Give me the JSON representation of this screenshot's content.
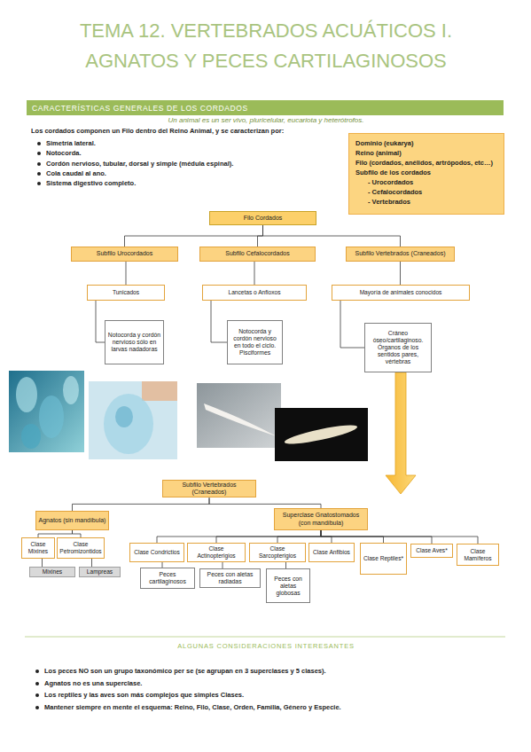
{
  "diagram": {
    "title": "TEMA 12. VERTEBRADOS ACUÁTICOS I. AGNATOS Y PECES CARTILAGINOSOS",
    "nodes": [
      {
        "text": [
          "CARACTERÍSTICAS GENERALES DE LOS CORDADOS"
        ]
      },
      {
        "text": [
          "Dominio (eukarya)",
          "Reino (animal)",
          "Filo (cordados, anélidos, artrópodos, etc…)",
          "Subfilo de los cordados",
          "- Urocordados",
          "- Cefalocordados",
          "- Vertebrados"
        ]
      },
      {
        "text": [
          "Filo Cordados"
        ]
      },
      {
        "text": [
          "Subfilo Urocordados"
        ]
      },
      {
        "text": [
          "Subfilo Cefalocordados"
        ]
      },
      {
        "text": [
          "Subfilo Vertebrados (Craneados)"
        ]
      },
      {
        "text": [
          "Tunicados"
        ]
      },
      {
        "text": [
          "Lancetas o Anfioxos"
        ]
      },
      {
        "text": [
          "Mayoría de animales conocidos"
        ]
      },
      {
        "text": [
          "Notocorda y cordón nervioso sólo en larvas nadadoras"
        ]
      },
      {
        "text": [
          "Notocorda y cordón nervioso en todo el ciclo. Pisciformes"
        ]
      },
      {
        "text": [
          "Cráneo óseo/cartilaginoso. Órganos de los sentidos pares, vértebras"
        ]
      },
      {
        "text": [
          "Subfilo Vertebrados (Craneados)"
        ]
      },
      {
        "text": [
          "Agnatos (sin mandíbula)"
        ]
      },
      {
        "text": [
          "Superclase Gnatostomados (con mandíbula)"
        ]
      },
      {
        "text": [
          "Clase Mixines"
        ]
      },
      {
        "text": [
          "Clase Petromizontidos"
        ]
      },
      {
        "text": [
          "Clase Condrictios"
        ]
      },
      {
        "text": [
          "Clase Actinopterigios"
        ]
      },
      {
        "text": [
          "Clase Sarcopterigios"
        ]
      },
      {
        "text": [
          "Clase Anfibios"
        ]
      },
      {
        "text": [
          "Clase Reptiles*"
        ]
      },
      {
        "text": [
          "Clase Aves*"
        ]
      },
      {
        "text": [
          "Clase Mamíferos"
        ]
      },
      {
        "text": [
          "Mixines"
        ]
      },
      {
        "text": [
          "Lampreas"
        ]
      },
      {
        "text": [
          "Peces cartilaginosos"
        ]
      },
      {
        "text": [
          "Peces con aletas radiadas"
        ]
      },
      {
        "text": [
          "Peces con aletas globosas"
        ]
      }
    ],
    "edges": [
      {
        "from": 2,
        "to": 3,
        "arrow": "none"
      },
      {
        "from": 2,
        "to": 4,
        "arrow": "none"
      },
      {
        "from": 2,
        "to": 5,
        "arrow": "none"
      },
      {
        "from": 3,
        "to": 6,
        "arrow": "none"
      },
      {
        "from": 4,
        "to": 7,
        "arrow": "none"
      },
      {
        "from": 5,
        "to": 8,
        "arrow": "none"
      },
      {
        "from": 6,
        "to": 9,
        "arrow": "none"
      },
      {
        "from": 7,
        "to": 10,
        "arrow": "none"
      },
      {
        "from": 8,
        "to": 11,
        "arrow": "none"
      },
      {
        "from": 12,
        "to": 13,
        "arrow": "none"
      },
      {
        "from": 12,
        "to": 14,
        "arrow": "none"
      },
      {
        "from": 13,
        "to": 15,
        "arrow": "none"
      },
      {
        "from": 13,
        "to": 16,
        "arrow": "none"
      },
      {
        "from": 15,
        "to": 24,
        "arrow": "none"
      },
      {
        "from": 16,
        "to": 25,
        "arrow": "none"
      },
      {
        "from": 14,
        "to": 17,
        "arrow": "none"
      },
      {
        "from": 14,
        "to": 18,
        "arrow": "none"
      },
      {
        "from": 14,
        "to": 19,
        "arrow": "none"
      },
      {
        "from": 14,
        "to": 20,
        "arrow": "none"
      },
      {
        "from": 14,
        "to": 21,
        "arrow": "none"
      },
      {
        "from": 14,
        "to": 22,
        "arrow": "none"
      },
      {
        "from": 14,
        "to": 23,
        "arrow": "none"
      },
      {
        "from": 17,
        "to": 26,
        "arrow": "none"
      },
      {
        "from": 18,
        "to": 27,
        "arrow": "none"
      },
      {
        "from": 19,
        "to": 28,
        "arrow": "none"
      }
    ],
    "labels": [
      "Un animal es un ser vivo, pluricelular, eucariota y heterótrofos.",
      "Los cordados componen un Filo dentro del Reino Animal, y se caracterizan por:",
      "Simetría lateral.",
      "Notocorda.",
      "Cordón nervioso, tubular, dorsal y simple (médula espinal).",
      "Cola caudal al ano.",
      "Sistema digestivo completo.",
      "ALGUNAS CONSIDERACIONES INTERESANTES",
      "Los peces NO son un grupo taxonómico per se (se agrupan en 3 superclases y 5 clases).",
      "Agnatos no es una superclase.",
      "Los reptiles y las aves son más complejos que simples Clases.",
      "Mantener siempre en mente el esquema: Reino, Filo, Clase, Orden, Familia, Género y Especie."
    ]
  }
}
